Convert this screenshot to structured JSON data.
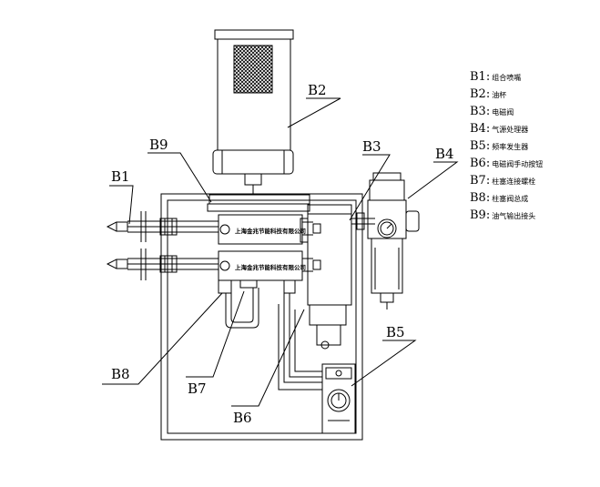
{
  "labels": {
    "b1": "B1",
    "b2": "B2",
    "b3": "B3",
    "b4": "B4",
    "b5": "B5",
    "b6": "B6",
    "b7": "B7",
    "b8": "B8",
    "b9": "B9"
  },
  "legend": [
    {
      "code": "B1:",
      "text": "组合喷嘴"
    },
    {
      "code": "B2:",
      "text": "油杯"
    },
    {
      "code": "B3:",
      "text": "电磁阀"
    },
    {
      "code": "B4:",
      "text": "气源处理器"
    },
    {
      "code": "B5:",
      "text": "频率发生器"
    },
    {
      "code": "B6:",
      "text": "电磁阀手动按钮"
    },
    {
      "code": "B7:",
      "text": "柱塞连接螺栓"
    },
    {
      "code": "B8:",
      "text": "柱塞阀总成"
    },
    {
      "code": "B9:",
      "text": "油气输出接头"
    }
  ],
  "plates": {
    "upper": "上海金兆节能科技有限公司",
    "lower": "上海金兆节能科技有限公司"
  }
}
